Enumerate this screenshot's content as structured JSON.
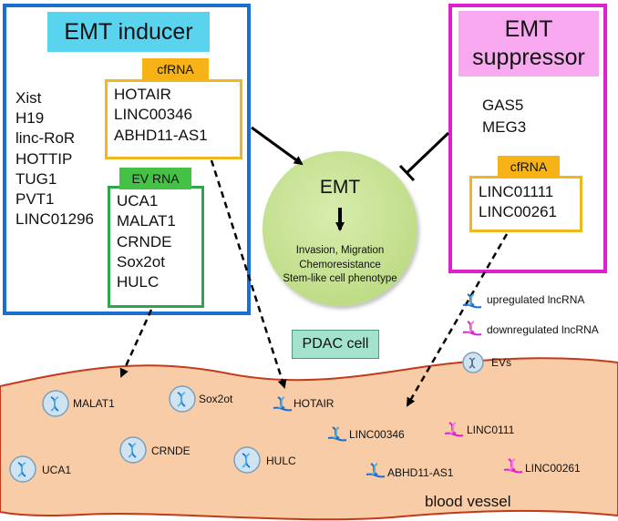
{
  "inducer": {
    "title": "EMT inducer",
    "genes": [
      "Xist",
      "H19",
      "linc-RoR",
      "HOTTIP",
      "TUG1",
      "PVT1",
      "LINC01296"
    ],
    "cfrna_tag": "cfRNA",
    "cfrna": [
      "HOTAIR",
      "LINC00346",
      "ABHD11-AS1"
    ],
    "ev_tag": "EV RNA",
    "ev": [
      "UCA1",
      "MALAT1",
      "CRNDE",
      "Sox2ot",
      "HULC"
    ]
  },
  "suppressor": {
    "title_line1": "EMT",
    "title_line2": "suppressor",
    "genes": [
      "GAS5",
      "MEG3"
    ],
    "cfrna_tag": "cfRNA",
    "cfrna": [
      "LINC01111",
      "LINC00261"
    ]
  },
  "emt": {
    "label": "EMT",
    "effects": [
      "Invasion, Migration",
      "Chemoresistance",
      "Stem-like cell phenotype"
    ]
  },
  "pdac_label": "PDAC cell",
  "legend": {
    "upregulated": "upregulated lncRNA",
    "downregulated": "downregulated lncRNA",
    "evs": "EVs"
  },
  "vessel": {
    "label": "blood vessel",
    "ev_items": [
      "MALAT1",
      "Sox2ot",
      "CRNDE",
      "UCA1",
      "HULC"
    ],
    "up_items": [
      "HOTAIR",
      "LINC00346",
      "ABHD11-AS1"
    ],
    "down_items": [
      "LINC0111",
      "LINC00261"
    ]
  },
  "colors": {
    "inducer_border": "#1a6fd0",
    "suppressor_border": "#e020d0",
    "cfrna_border": "#f0b81e",
    "ev_border": "#2ca84a",
    "vessel_fill": "#f8cca6",
    "upregulated": "#1a6fd0",
    "downregulated": "#e020d0"
  }
}
